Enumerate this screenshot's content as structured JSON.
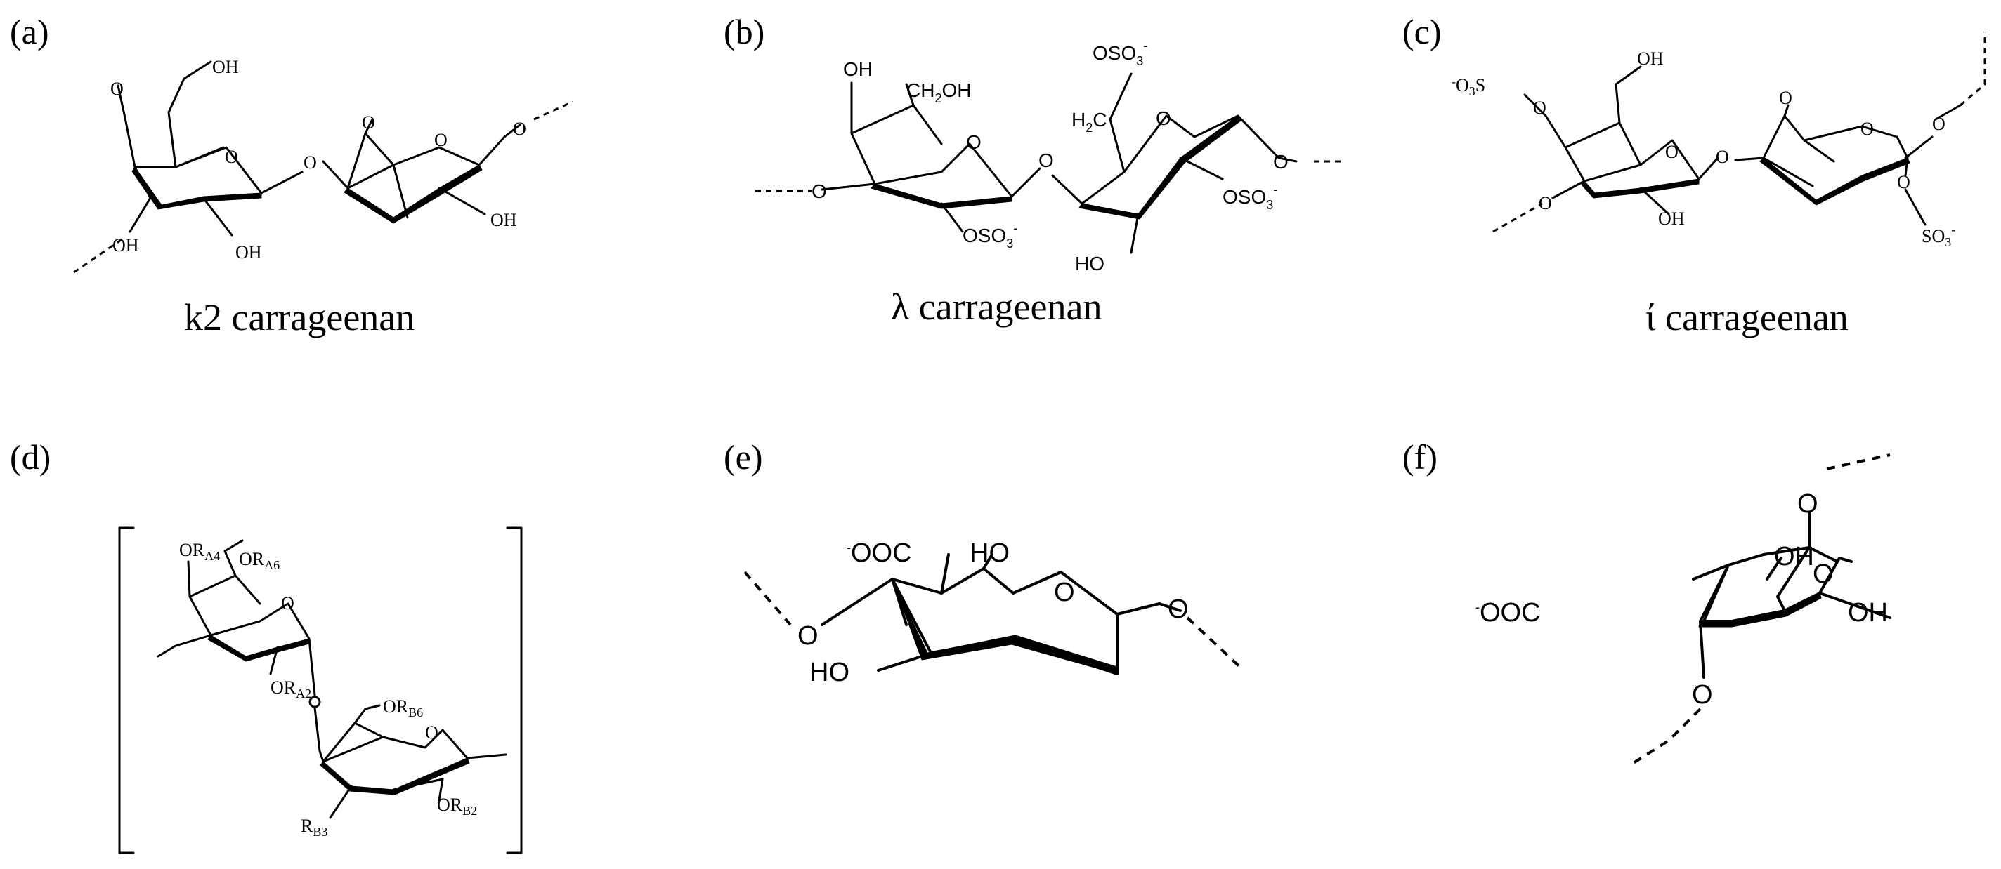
{
  "panels": {
    "a": {
      "label": "(a)",
      "caption": "k2 carrageenan",
      "atoms": {
        "o_top": "O",
        "oh_top": "OH",
        "oh_left": "OH",
        "oh_bottom": "OH",
        "o_link": "O",
        "o_bridge": "O",
        "o_ring2": "O",
        "o_right": "O",
        "oh_right": "OH",
        "o_ring1": "O"
      }
    },
    "b": {
      "label": "(b)",
      "caption": "λ carrageenan",
      "atoms": {
        "oh_top": "OH",
        "ch2oh": "CH",
        "ch2oh_sub": "2",
        "ch2oh_tail": "OH",
        "o_left": "O",
        "o_ring1": "O",
        "oso3_1": "OSO",
        "o_link": "O",
        "oso3_top": "OSO",
        "h2c": "H",
        "h2c_sub": "2",
        "h2c_tail": "C",
        "o_ring2": "O",
        "o_right": "O",
        "oso3_2": "OSO",
        "ho_bottom": "HO",
        "sub3": "3",
        "minus": "-"
      }
    },
    "c": {
      "label": "(c)",
      "caption": "ί carrageenan",
      "atoms": {
        "o3s": "O",
        "o3s_sub": "3",
        "o3s_s": "S",
        "minus": "-",
        "o_a": "O",
        "oh_top": "OH",
        "o_ring1": "O",
        "o_left": "O",
        "oh_bottom": "OH",
        "o_link": "O",
        "o_bridge": "O",
        "o_ring2": "O",
        "o_right": "O",
        "o_sulf": "O",
        "so3": "SO",
        "so3_sub": "3"
      }
    },
    "d": {
      "label": "(d)",
      "atoms": {
        "ora4": "OR",
        "ora4_sub": "A4",
        "ora6": "OR",
        "ora6_sub": "A6",
        "o_ring1": "O",
        "ora2": "OR",
        "ora2_sub": "A2",
        "o_link": "O",
        "orb6": "OR",
        "orb6_sub": "B6",
        "o_ring2": "O",
        "rb3": "R",
        "rb3_sub": "B3",
        "orb2": "OR",
        "orb2_sub": "B2"
      }
    },
    "e": {
      "label": "(e)",
      "atoms": {
        "coo": "OOC",
        "minus": "-",
        "ho_top": "HO",
        "o_ring": "O",
        "o_left": "O",
        "o_right": "O",
        "ho_bottom": "HO"
      }
    },
    "f": {
      "label": "(f)",
      "atoms": {
        "o_top": "O",
        "oh_top": "OH",
        "o_ring": "O",
        "oh_right": "OH",
        "coo": "OOC",
        "minus": "-",
        "o_bottom": "O"
      }
    }
  }
}
